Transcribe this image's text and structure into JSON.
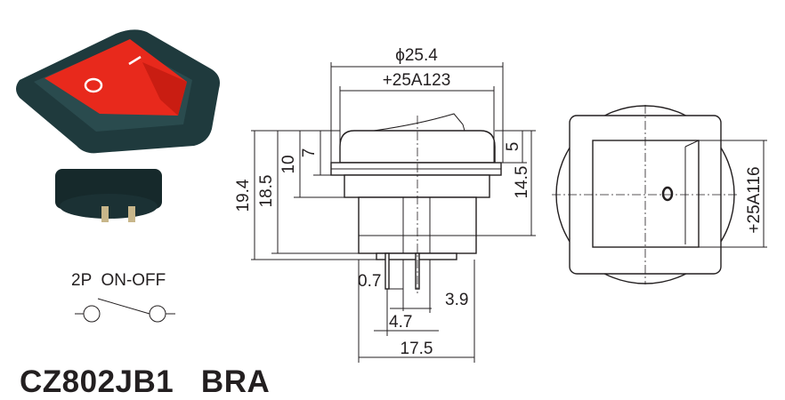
{
  "product": {
    "model": "CZ802JB1   BRA",
    "circuit_label": "2P  ON-OFF",
    "rocker_symbols": [
      "O",
      "I"
    ],
    "colors": {
      "rocker": "#e8291c",
      "housing": "#1f3a3d",
      "line": "#231f20"
    }
  },
  "side_view": {
    "dim_diameter": "ϕ25.4",
    "dim_cutout_width": "+25A123",
    "dim_total_height": "19.4",
    "dim_body_height": "18.5",
    "dim_10": "10",
    "dim_7": "7",
    "dim_5": "5",
    "dim_14_5": "14.5",
    "dim_0_7": "0.7",
    "dim_3_9": "3.9",
    "dim_4_7": "4.7",
    "dim_17_5": "17.5"
  },
  "front_view": {
    "dim_cutout_height": "+25A116",
    "rocker_mark": "O"
  }
}
